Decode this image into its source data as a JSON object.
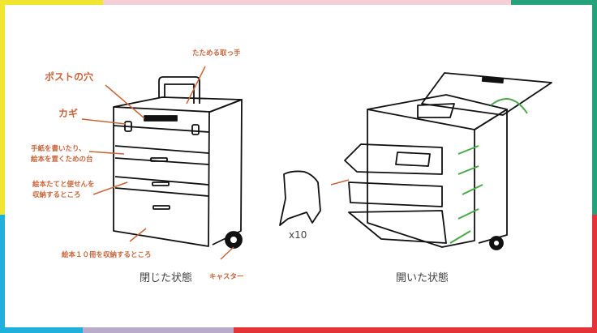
{
  "frame_colors": {
    "yellow": "#f2e530",
    "pink": "#f4cfd6",
    "green": "#25a27a",
    "blue": "#1fb0dc",
    "purple": "#b9abcb",
    "red": "#e43338"
  },
  "label_color": "#c8643a",
  "closed": {
    "handle": "たためる取っ手",
    "post_slot": "ポストの穴",
    "lock": "カギ",
    "desk_line1": "手紙を書いたり、",
    "desk_line2": "絵本を置くための台",
    "storage_line1": "絵本たてと便せんを",
    "storage_line2": "収納するところ",
    "books": "絵本１０冊を収納するところ",
    "caster": "キャスター",
    "caption": "閉じた状態"
  },
  "open": {
    "multiplier": "x10",
    "caption": "開いた状態"
  }
}
